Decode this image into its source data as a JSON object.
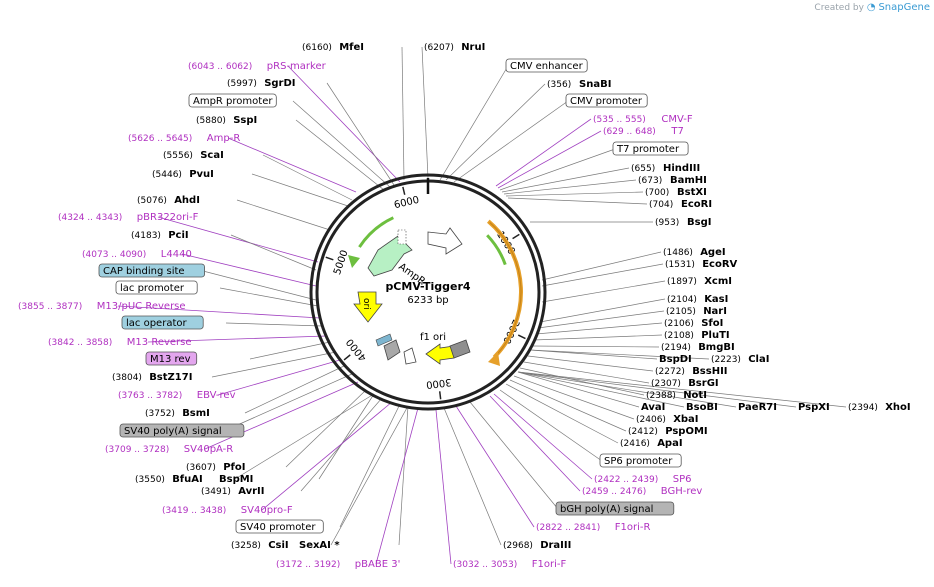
{
  "brand": {
    "created_by": "Created by",
    "app": "SnapGene"
  },
  "plasmid": {
    "name": "pCMV-Tigger4",
    "size": "6233 bp"
  },
  "ticks": [
    "1000",
    "2000",
    "3000",
    "4000",
    "5000",
    "6000"
  ],
  "inner_features": {
    "ampr": "AmpR",
    "ori": "ori",
    "f1ori": "f1 ori"
  },
  "labels": [
    {
      "id": "mfei",
      "pos": "(6160)",
      "name": "MfeI",
      "kind": "enzyme"
    },
    {
      "id": "nrui",
      "pos": "(6207)",
      "name": "NruI",
      "kind": "enzyme"
    },
    {
      "id": "prs",
      "pos": "(6043 .. 6062)",
      "name": "pRS-marker",
      "kind": "primer"
    },
    {
      "id": "sgrdi",
      "pos": "(5997)",
      "name": "SgrDI",
      "kind": "enzyme"
    },
    {
      "id": "amprprom",
      "name": "AmpR promoter",
      "kind": "box"
    },
    {
      "id": "sspi",
      "pos": "(5880)",
      "name": "SspI",
      "kind": "enzyme"
    },
    {
      "id": "ampr",
      "pos": "(5626 .. 5645)",
      "name": "Amp-R",
      "kind": "primer"
    },
    {
      "id": "scai",
      "pos": "(5556)",
      "name": "ScaI",
      "kind": "enzyme"
    },
    {
      "id": "pvui",
      "pos": "(5446)",
      "name": "PvuI",
      "kind": "enzyme"
    },
    {
      "id": "ahdi",
      "pos": "(5076)",
      "name": "AhdI",
      "kind": "enzyme"
    },
    {
      "id": "pbr",
      "pos": "(4324 .. 4343)",
      "name": "pBR322ori-F",
      "kind": "primer"
    },
    {
      "id": "pcii",
      "pos": "(4183)",
      "name": "PciI",
      "kind": "enzyme"
    },
    {
      "id": "l4440",
      "pos": "(4073 .. 4090)",
      "name": "L4440",
      "kind": "primer"
    },
    {
      "id": "cap",
      "name": "CAP binding site",
      "kind": "box-blue"
    },
    {
      "id": "lacprom",
      "name": "lac promoter",
      "kind": "box"
    },
    {
      "id": "m13puc",
      "pos": "(3855 .. 3877)",
      "name": "M13/pUC Reverse",
      "kind": "primer"
    },
    {
      "id": "lacop",
      "name": "lac operator",
      "kind": "box-blue"
    },
    {
      "id": "m13rev",
      "pos": "(3842 .. 3858)",
      "name": "M13 Reverse",
      "kind": "primer"
    },
    {
      "id": "m13revbox",
      "name": "M13 rev",
      "kind": "box-purple"
    },
    {
      "id": "bstz",
      "pos": "(3804)",
      "name": "BstZ17I",
      "kind": "enzyme"
    },
    {
      "id": "ebv",
      "pos": "(3763 .. 3782)",
      "name": "EBV-rev",
      "kind": "primer"
    },
    {
      "id": "bsmi",
      "pos": "(3752)",
      "name": "BsmI",
      "kind": "enzyme"
    },
    {
      "id": "sv40pa",
      "name": "SV40 poly(A) signal",
      "kind": "box-gray"
    },
    {
      "id": "sv40par",
      "pos": "(3709 .. 3728)",
      "name": "SV40pA-R",
      "kind": "primer"
    },
    {
      "id": "pfoi",
      "pos": "(3607)",
      "name": "PfoI",
      "kind": "enzyme"
    },
    {
      "id": "bfuai",
      "pos": "(3550)",
      "name": "BfuAI",
      "kind": "enzyme"
    },
    {
      "id": "bspmi",
      "name": "BspMI",
      "kind": "enzyme"
    },
    {
      "id": "avrii",
      "pos": "(3491)",
      "name": "AvrII",
      "kind": "enzyme"
    },
    {
      "id": "sv40prof",
      "pos": "(3419 .. 3438)",
      "name": "SV40pro-F",
      "kind": "primer"
    },
    {
      "id": "sv40prom",
      "name": "SV40 promoter",
      "kind": "box"
    },
    {
      "id": "csii",
      "pos": "(3258)",
      "name": "CsiI",
      "kind": "enzyme"
    },
    {
      "id": "sexai",
      "name": "SexAI *",
      "kind": "enzyme"
    },
    {
      "id": "pbabe",
      "pos": "(3172 .. 3192)",
      "name": "pBABE 3'",
      "kind": "primer"
    },
    {
      "id": "f1orif",
      "pos": "(3032 .. 3053)",
      "name": "F1ori-F",
      "kind": "primer"
    },
    {
      "id": "draiii",
      "pos": "(2968)",
      "name": "DraIII",
      "kind": "enzyme"
    },
    {
      "id": "f1orir",
      "pos": "(2822 .. 2841)",
      "name": "F1ori-R",
      "kind": "primer"
    },
    {
      "id": "bghpa",
      "name": "bGH poly(A) signal",
      "kind": "box-gray"
    },
    {
      "id": "bghrev",
      "pos": "(2459 .. 2476)",
      "name": "BGH-rev",
      "kind": "primer"
    },
    {
      "id": "sp6",
      "pos": "(2422 .. 2439)",
      "name": "SP6",
      "kind": "primer"
    },
    {
      "id": "sp6prom",
      "name": "SP6 promoter",
      "kind": "box"
    },
    {
      "id": "apai",
      "pos": "(2416)",
      "name": "ApaI",
      "kind": "enzyme"
    },
    {
      "id": "pspomi",
      "pos": "(2412)",
      "name": "PspOMI",
      "kind": "enzyme"
    },
    {
      "id": "xbai",
      "pos": "(2406)",
      "name": "XbaI",
      "kind": "enzyme"
    },
    {
      "id": "avai",
      "name": "AvaI",
      "kind": "enzyme"
    },
    {
      "id": "bsobi",
      "name": "BsoBI",
      "kind": "enzyme"
    },
    {
      "id": "paer7i",
      "name": "PaeR7I",
      "kind": "enzyme"
    },
    {
      "id": "pspxi",
      "name": "PspXI",
      "kind": "enzyme"
    },
    {
      "id": "xhoi",
      "pos": "(2394)",
      "name": "XhoI",
      "kind": "enzyme"
    },
    {
      "id": "noti",
      "pos": "(2388)",
      "name": "NotI",
      "kind": "enzyme"
    },
    {
      "id": "bsrgi",
      "pos": "(2307)",
      "name": "BsrGI",
      "kind": "enzyme"
    },
    {
      "id": "bsshii",
      "pos": "(2272)",
      "name": "BssHII",
      "kind": "enzyme"
    },
    {
      "id": "bspdi",
      "name": "BspDI",
      "kind": "enzyme"
    },
    {
      "id": "clai",
      "pos": "(2223)",
      "name": "ClaI",
      "kind": "enzyme"
    },
    {
      "id": "bmgbi",
      "pos": "(2194)",
      "name": "BmgBI",
      "kind": "enzyme"
    },
    {
      "id": "plutI",
      "pos": "(2108)",
      "name": "PluTI",
      "kind": "enzyme"
    },
    {
      "id": "sfoi",
      "pos": "(2106)",
      "name": "SfoI",
      "kind": "enzyme"
    },
    {
      "id": "nari",
      "pos": "(2105)",
      "name": "NarI",
      "kind": "enzyme"
    },
    {
      "id": "kasi",
      "pos": "(2104)",
      "name": "KasI",
      "kind": "enzyme"
    },
    {
      "id": "xcmi",
      "pos": "(1897)",
      "name": "XcmI",
      "kind": "enzyme"
    },
    {
      "id": "ecorv",
      "pos": "(1531)",
      "name": "EcoRV",
      "kind": "enzyme"
    },
    {
      "id": "agei",
      "pos": "(1486)",
      "name": "AgeI",
      "kind": "enzyme"
    },
    {
      "id": "bsgi",
      "pos": "(953)",
      "name": "BsgI",
      "kind": "enzyme"
    },
    {
      "id": "ecori",
      "pos": "(704)",
      "name": "EcoRI",
      "kind": "enzyme"
    },
    {
      "id": "bstxi",
      "pos": "(700)",
      "name": "BstXI",
      "kind": "enzyme"
    },
    {
      "id": "bamhi",
      "pos": "(673)",
      "name": "BamHI",
      "kind": "enzyme"
    },
    {
      "id": "hindiii",
      "pos": "(655)",
      "name": "HindIII",
      "kind": "enzyme"
    },
    {
      "id": "t7prom",
      "name": "T7 promoter",
      "kind": "box"
    },
    {
      "id": "t7",
      "pos": "(629 .. 648)",
      "name": "T7",
      "kind": "primer"
    },
    {
      "id": "cmvf",
      "pos": "(535 .. 555)",
      "name": "CMV-F",
      "kind": "primer"
    },
    {
      "id": "cmvprom",
      "name": "CMV promoter",
      "kind": "box"
    },
    {
      "id": "snabi",
      "pos": "(356)",
      "name": "SnaBI",
      "kind": "enzyme"
    },
    {
      "id": "cmvenh",
      "name": "CMV enhancer",
      "kind": "box"
    }
  ]
}
